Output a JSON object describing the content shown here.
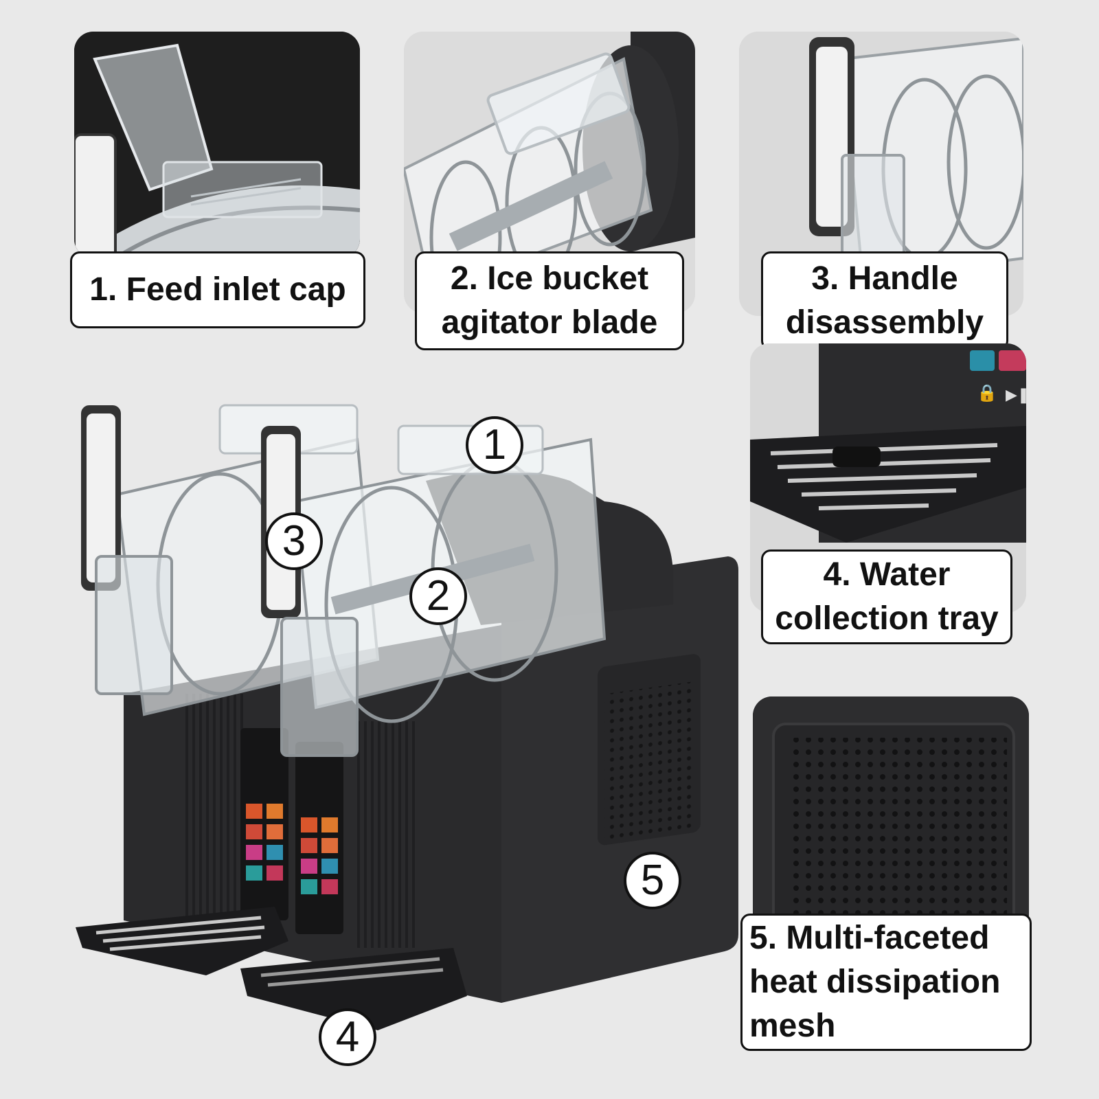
{
  "panels": [
    {
      "number": "1",
      "label": "1. Feed inlet cap"
    },
    {
      "number": "2",
      "label": "2. Ice bucket\nagitator blade"
    },
    {
      "number": "3",
      "label": "3. Handle\ndisassembly"
    },
    {
      "number": "4",
      "label": "4. Water\ncollection tray"
    },
    {
      "number": "5",
      "label": "5. Multi-faceted\nheat dissipation\nmesh"
    }
  ],
  "callouts": [
    "1",
    "2",
    "3",
    "4",
    "5"
  ],
  "colors": {
    "background": "#e9e9e9",
    "machine_body": "#2b2b2d",
    "label_border": "#111111"
  }
}
